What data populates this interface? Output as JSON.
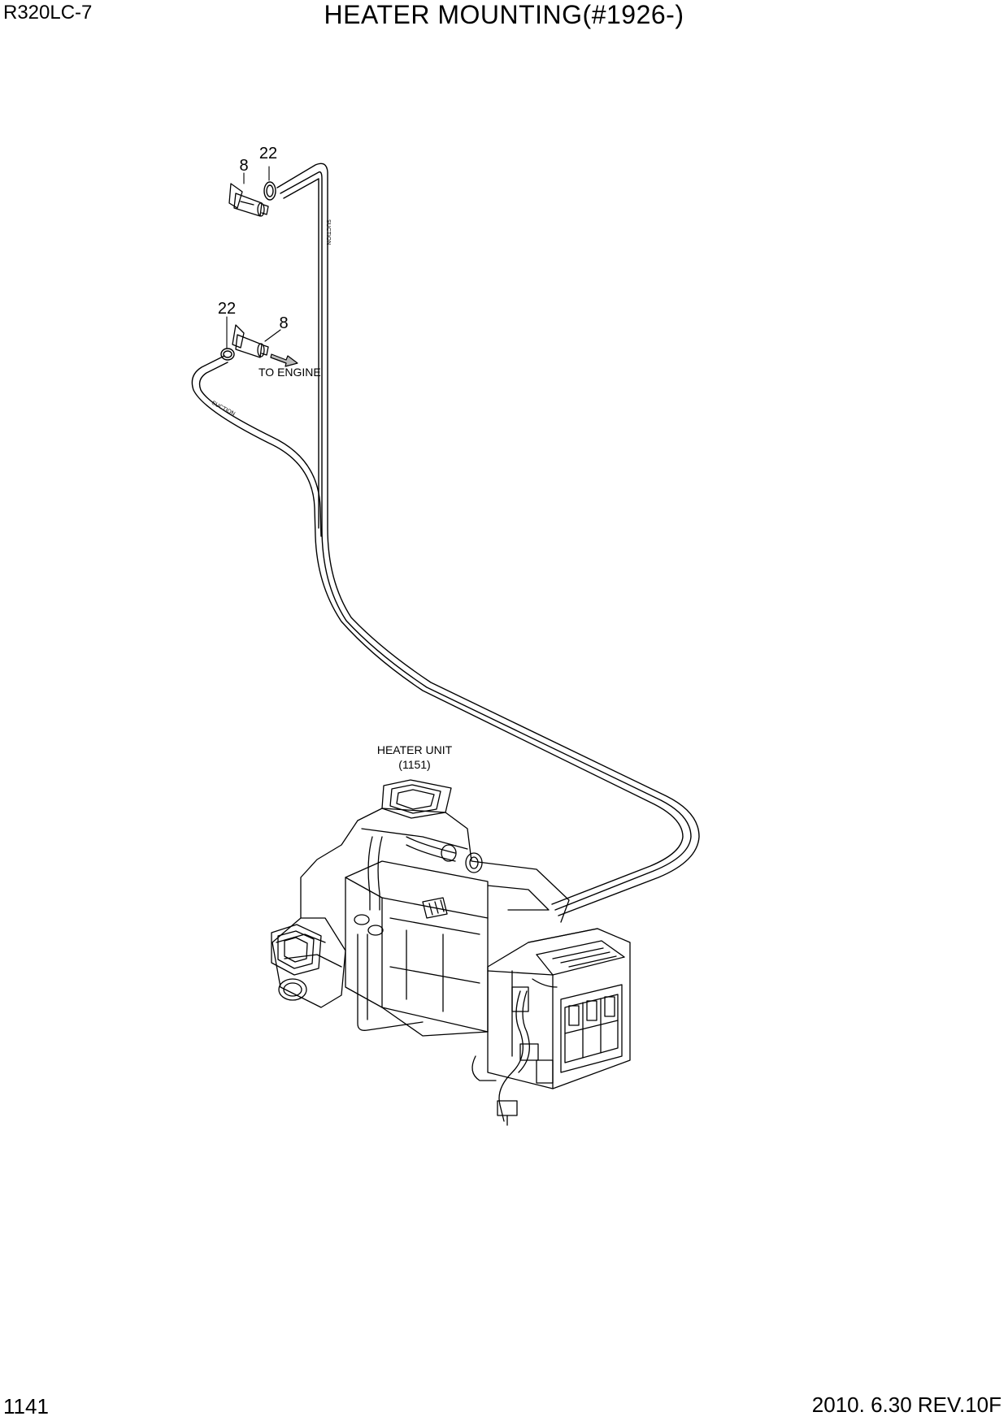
{
  "header": {
    "model": "R320LC-7",
    "title": "HEATER MOUNTING(#1926-)"
  },
  "footer": {
    "page_number": "1141",
    "revision": "2010. 6.30  REV.10F"
  },
  "callouts": {
    "top_clamp": "22",
    "top_cock": "8",
    "lower_clamp": "22",
    "lower_cock": "8"
  },
  "notes": {
    "to_engine": "TO ENGINE",
    "heater_unit_name": "HEATER UNIT",
    "heater_unit_ref": "(1151)",
    "hose_mark_a": "SUCTION",
    "hose_mark_b": "SUCTION"
  }
}
